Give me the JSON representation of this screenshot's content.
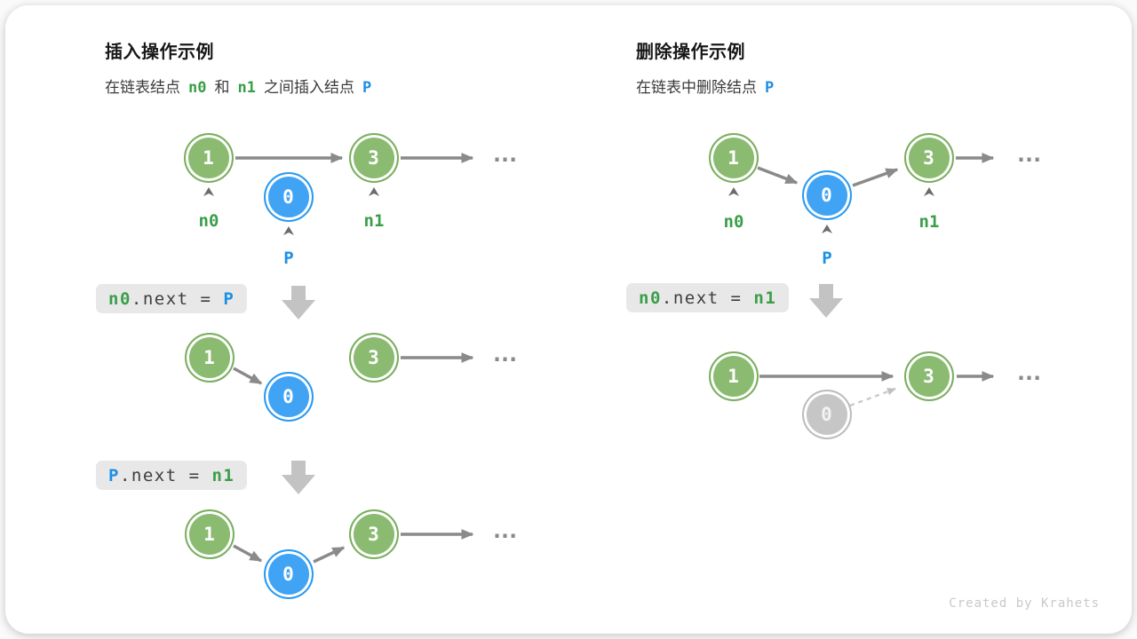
{
  "ellipsis": "...",
  "watermark": "Created by Krahets",
  "colors": {
    "node_green_fill": "#8ABB71",
    "node_green_border": "#7AAF5F",
    "node_blue_fill": "#41A3F3",
    "node_blue_border": "#2B9AEF",
    "node_ghost_fill": "#C6C6C6",
    "node_ghost_border": "#BDBDBD",
    "arrow_gray": "#8A8A8A",
    "block_arrow_gray": "#C3C3C3",
    "dashed_gray": "#CBCBCB",
    "text_green": "#3A9E48",
    "text_blue": "#1B8FE6",
    "code_bg": "#E8E8E8",
    "code_text": "#3D3D3D",
    "title_text": "#181818",
    "subtitle_text": "#3A3A3A",
    "watermark_gray": "#C9C9C9"
  },
  "insert": {
    "title": "插入操作示例",
    "subtitle": {
      "t1": "在链表结点",
      "v1": "n0",
      "t2": "和",
      "v2": "n1",
      "t3": "之间插入结点",
      "v3": "P"
    },
    "nodes": {
      "one": "1",
      "three": "3",
      "zero": "0"
    },
    "labels": {
      "n0": "n0",
      "n1": "n1",
      "p": "P"
    },
    "code1": {
      "a": "n0",
      "mid": ".next = ",
      "b": "P"
    },
    "code2": {
      "a": "P",
      "mid": ".next = ",
      "b": "n1"
    }
  },
  "delete": {
    "title": "删除操作示例",
    "subtitle": {
      "t1": "在链表中删除结点",
      "v1": "P"
    },
    "nodes": {
      "one": "1",
      "three": "3",
      "zero": "0"
    },
    "labels": {
      "n0": "n0",
      "n1": "n1",
      "p": "P"
    },
    "code1": {
      "a": "n0",
      "mid": ".next = ",
      "b": "n1"
    }
  }
}
